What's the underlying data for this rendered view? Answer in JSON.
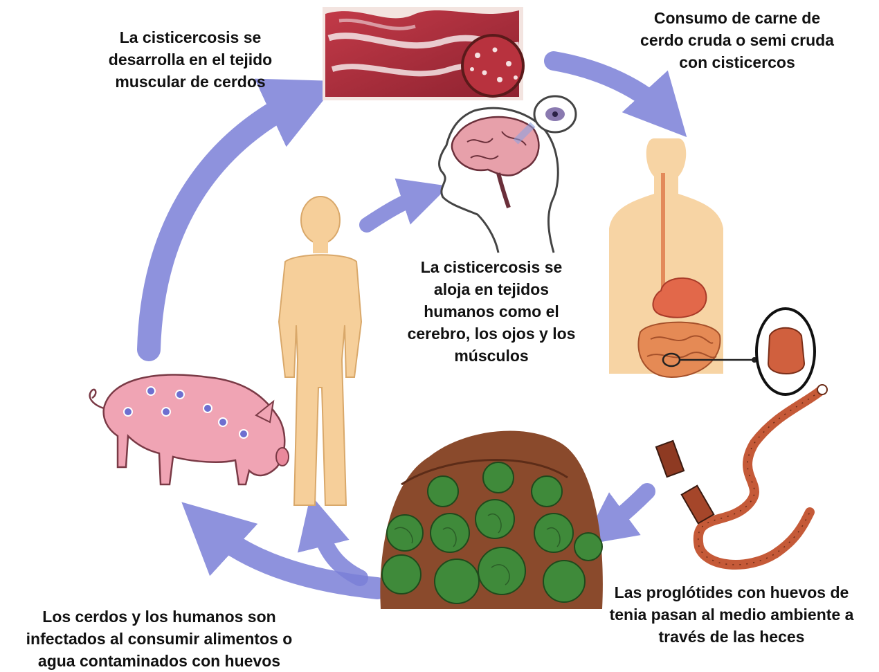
{
  "captions": {
    "pig_muscle": [
      "La cisticercosis se",
      "desarrolla en el tejido",
      "muscular de cerdos"
    ],
    "consumption": [
      "Consumo de carne de",
      "cerdo cruda o semi cruda",
      "con cisticercos"
    ],
    "human_tissue": [
      "La cisticercosis se",
      "aloja en tejidos",
      "humanos como el",
      "cerebro, los ojos y los",
      "músculos"
    ],
    "proglottids": [
      "Las proglótides con huevos de",
      "tenia pasan al medio ambiente a",
      "través de las heces"
    ],
    "infection": [
      "Los cerdos y los humanos son",
      "infectados al consumir alimentos o",
      "agua contaminados con huevos"
    ]
  },
  "colors": {
    "arrow": "#7b80d8",
    "skin": "#f6cf9a",
    "skin_outline": "#d9a86a",
    "pig": "#f0a4b4",
    "pig_cyst": "#6e6fd0",
    "meat": "#b0303c",
    "stomach": "#e2684a",
    "intestine": "#e58a55",
    "worm": "#c55a38",
    "lettuce": "#3f8a3a",
    "soil": "#8a4a2c"
  }
}
